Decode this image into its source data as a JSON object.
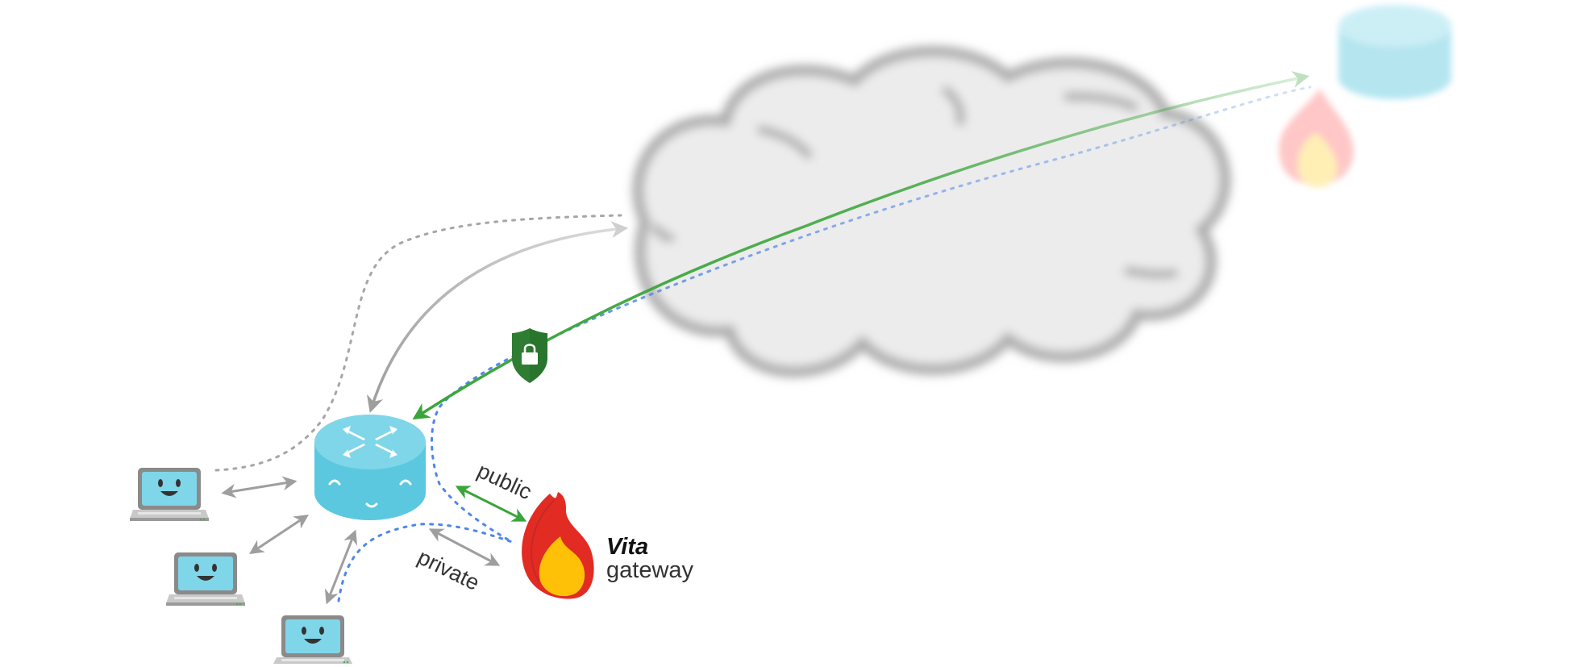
{
  "labels": {
    "public": "public",
    "private": "private",
    "brand_name": "Vita",
    "brand_suffix": "gateway"
  },
  "icons": {
    "router": "router-icon",
    "remote_router": "router-icon",
    "laptop": "laptop-icon",
    "flame": "flame-icon",
    "shield": "shield-lock-icon",
    "cloud": "cloud-icon"
  },
  "colors": {
    "router": "#5bc8df",
    "router_top": "#7fd6e8",
    "laptop_screen": "#7fd6e8",
    "laptop_body": "#bdbdbd",
    "tunnel_green": "#3aa53a",
    "private_blue": "#4f86e8",
    "arrow_gray": "#9e9e9e",
    "cloud_fill": "#ececec",
    "cloud_stroke": "#a8a8a8",
    "flame_red": "#e22b22",
    "flame_yellow": "#ffc107",
    "shield_green": "#2e7d32"
  }
}
